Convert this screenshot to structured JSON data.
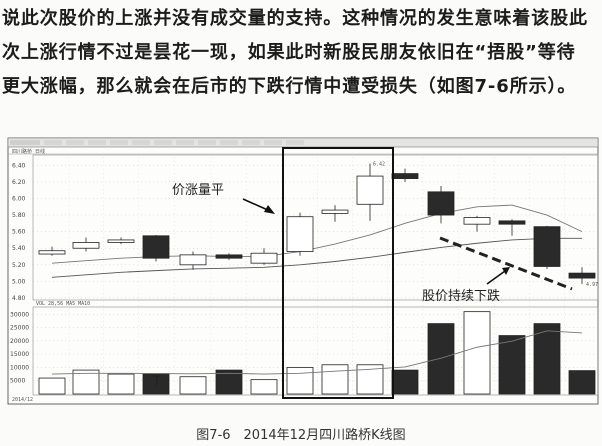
{
  "text": {
    "line1": "说此次股价的上涨并没有成交量的支持。这种情况的发生意味着该股此",
    "line2": "次上涨行情不过是昙花一现，如果此时新股民朋友依旧在“捂股”等待",
    "line3": "更大涨幅，那么就会在后市的下跌行情中遭受损失（如图7-6所示）。"
  },
  "figure": {
    "caption": "图7-6　2014年12月四川路桥K线图",
    "annotation_rise": "价涨量平",
    "annotation_fall": "股价持续下跌",
    "header_text": "四川路桥 日线",
    "vol_header_text": "VOL 28,56 MA5 MA10",
    "max_label": "6.42",
    "min_label": "4.97",
    "date_label": "2014/12",
    "vol_mark": "T"
  },
  "chart_data": {
    "type": "candlestick",
    "ylim": [
      4.8,
      6.5
    ],
    "price_ticks": [
      "6.40",
      "6.20",
      "6.00",
      "5.80",
      "5.60",
      "5.40",
      "5.20",
      "5.00",
      "4.80"
    ],
    "volume_ticks": [
      "30000",
      "25000",
      "20000",
      "15000",
      "10000",
      "5000"
    ],
    "vol_ylim": [
      0,
      32000
    ],
    "candles": [
      {
        "o": 5.33,
        "c": 5.37,
        "h": 5.42,
        "l": 5.31,
        "up": true
      },
      {
        "o": 5.4,
        "c": 5.47,
        "h": 5.53,
        "l": 5.36,
        "up": true
      },
      {
        "o": 5.47,
        "c": 5.5,
        "h": 5.53,
        "l": 5.45,
        "up": true
      },
      {
        "o": 5.55,
        "c": 5.28,
        "h": 5.56,
        "l": 5.24,
        "up": false
      },
      {
        "o": 5.2,
        "c": 5.32,
        "h": 5.36,
        "l": 5.14,
        "up": true
      },
      {
        "o": 5.32,
        "c": 5.28,
        "h": 5.34,
        "l": 5.26,
        "up": false
      },
      {
        "o": 5.22,
        "c": 5.34,
        "h": 5.4,
        "l": 5.2,
        "up": true
      },
      {
        "o": 5.36,
        "c": 5.78,
        "h": 5.83,
        "l": 5.31,
        "up": true
      },
      {
        "o": 5.82,
        "c": 5.86,
        "h": 5.92,
        "l": 5.72,
        "up": true
      },
      {
        "o": 5.93,
        "c": 6.27,
        "h": 6.42,
        "l": 5.73,
        "up": true
      },
      {
        "o": 6.3,
        "c": 6.24,
        "h": 6.36,
        "l": 6.2,
        "up": false
      },
      {
        "o": 6.08,
        "c": 5.8,
        "h": 6.15,
        "l": 5.7,
        "up": false
      },
      {
        "o": 5.69,
        "c": 5.77,
        "h": 5.79,
        "l": 5.6,
        "up": true
      },
      {
        "o": 5.73,
        "c": 5.69,
        "h": 5.75,
        "l": 5.55,
        "up": false
      },
      {
        "o": 5.66,
        "c": 5.18,
        "h": 5.67,
        "l": 5.15,
        "up": false
      },
      {
        "o": 5.1,
        "c": 5.04,
        "h": 5.17,
        "l": 4.97,
        "up": false
      }
    ],
    "volume": [
      {
        "v": 6000,
        "up": true
      },
      {
        "v": 9000,
        "up": true
      },
      {
        "v": 7500,
        "up": true
      },
      {
        "v": 7700,
        "up": false
      },
      {
        "v": 6500,
        "up": true
      },
      {
        "v": 9000,
        "up": false
      },
      {
        "v": 5400,
        "up": true
      },
      {
        "v": 10000,
        "up": true
      },
      {
        "v": 11000,
        "up": true
      },
      {
        "v": 11000,
        "up": true
      },
      {
        "v": 9000,
        "up": false
      },
      {
        "v": 26500,
        "up": false
      },
      {
        "v": 31000,
        "up": true
      },
      {
        "v": 22000,
        "up": false
      },
      {
        "v": 26500,
        "up": false
      },
      {
        "v": 8800,
        "up": false
      }
    ],
    "ma_short": [
      5.22,
      5.25,
      5.28,
      5.3,
      5.31,
      5.3,
      5.3,
      5.36,
      5.45,
      5.56,
      5.7,
      5.82,
      5.9,
      5.92,
      5.8,
      5.6
    ],
    "ma_long": [
      5.05,
      5.08,
      5.11,
      5.13,
      5.15,
      5.16,
      5.17,
      5.2,
      5.24,
      5.29,
      5.35,
      5.41,
      5.46,
      5.5,
      5.52,
      5.52
    ],
    "vol_ma": [
      7500,
      7800,
      7800,
      7700,
      7600,
      7800,
      7500,
      7800,
      8600,
      9300,
      10200,
      13500,
      17600,
      19900,
      23800,
      23000
    ]
  }
}
